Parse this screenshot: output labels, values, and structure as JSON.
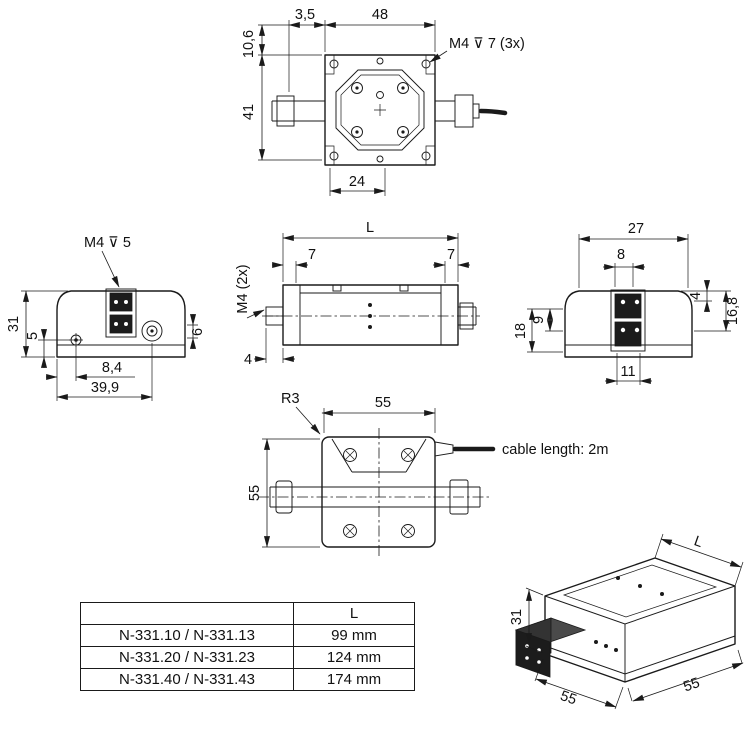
{
  "views": {
    "top": {
      "note_m4": "M4 ⊽ 7 (3x)",
      "dims": {
        "d35": "3,5",
        "d48": "48",
        "d106": "10,6",
        "d41": "41",
        "d24": "24"
      }
    },
    "side_left": {
      "note_m4": "M4 ⊽ 5",
      "dims": {
        "d31": "31",
        "d5": "5",
        "d6": "6",
        "d84": "8,4",
        "d399": "39,9"
      }
    },
    "front": {
      "note_m4": "M4 (2x)",
      "dims": {
        "dL": "L",
        "d7a": "7",
        "d7b": "7",
        "d4": "4"
      }
    },
    "side_right": {
      "dims": {
        "d27": "27",
        "d8": "8",
        "d4": "4",
        "d168": "16,8",
        "d9": "9",
        "d18": "18",
        "d11": "11"
      }
    },
    "bottom": {
      "cable_note": "cable length: 2m",
      "dims": {
        "r3": "R3",
        "d55h": "55",
        "d55v": "55"
      }
    },
    "iso": {
      "dims": {
        "dL": "L",
        "d31": "31",
        "d55a": "55",
        "d55b": "55"
      }
    }
  },
  "table": {
    "header_model": "",
    "header_length": "L",
    "rows": [
      {
        "model": "N-331.10 / N-331.13",
        "length": "99 mm"
      },
      {
        "model": "N-331.20 / N-331.23",
        "length": "124 mm"
      },
      {
        "model": "N-331.40 / N-331.43",
        "length": "174 mm"
      }
    ]
  }
}
